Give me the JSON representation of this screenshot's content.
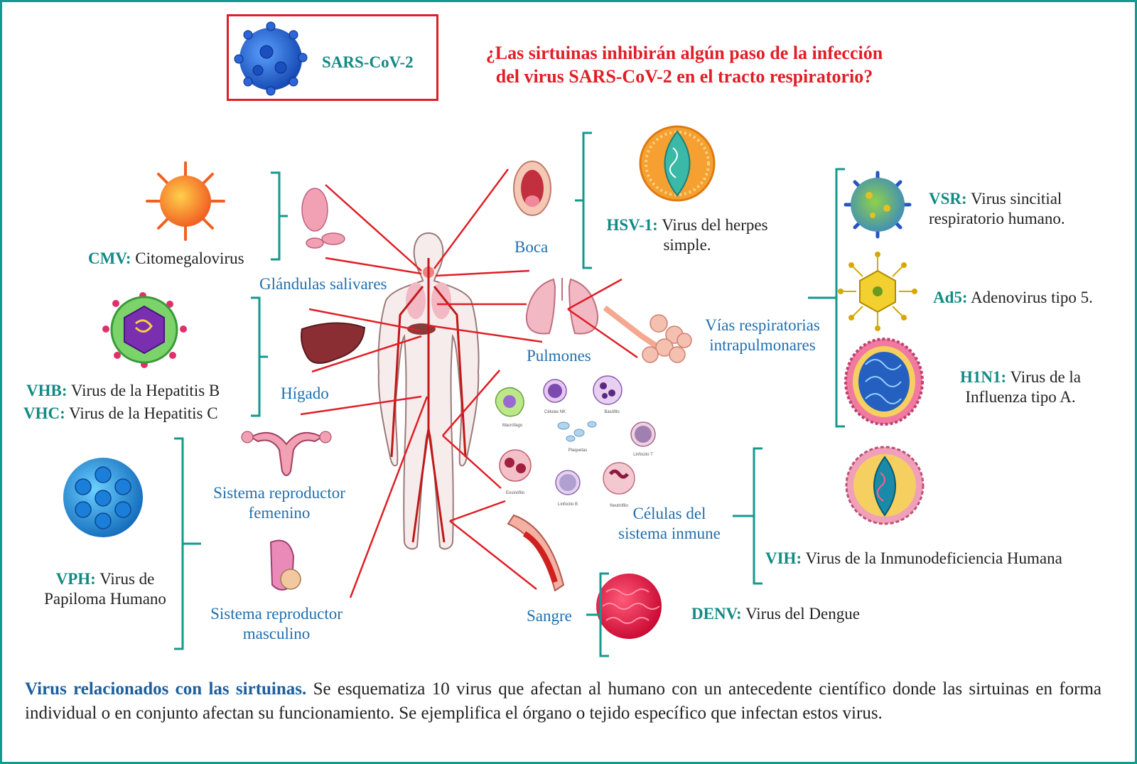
{
  "header": {
    "sars_label": "SARS-CoV-2",
    "question_line1": "¿Las sirtuinas inhibirán algún paso de la infección",
    "question_line2": "del virus SARS-CoV-2 en el tracto respiratorio?"
  },
  "organs": {
    "glandulas": "Glándulas salivares",
    "higado": "Hígado",
    "femenino_l1": "Sistema reproductor",
    "femenino_l2": "femenino",
    "masculino_l1": "Sistema reproductor",
    "masculino_l2": "masculino",
    "boca": "Boca",
    "pulmones": "Pulmones",
    "vias_l1": "Vías respiratorias",
    "vias_l2": "intrapulmonares",
    "celulas_l1": "Células del",
    "celulas_l2": "sistema inmune",
    "sangre": "Sangre"
  },
  "cells": {
    "macrofago": "Macrófago",
    "nk": "Células NK",
    "basofilo": "Basófilo",
    "plaquetas": "Plaquetas",
    "linfocito_t": "Linfocito T",
    "eosinofilo": "Eosinófilo",
    "linfocito_b": "Linfocito B",
    "neutrofilo": "Neutrófilo"
  },
  "viruses": {
    "cmv": {
      "abbr": "CMV:",
      "name": "Citomegalovirus"
    },
    "vhb": {
      "abbr": "VHB:",
      "name": "Virus de la Hepatitis B"
    },
    "vhc": {
      "abbr": "VHC:",
      "name": "Virus de la Hepatitis C"
    },
    "vph": {
      "abbr": "VPH:",
      "name_l1": "Virus de",
      "name_l2": "Papiloma Humano"
    },
    "hsv1": {
      "abbr": "HSV-1:",
      "name_l1": "Virus del herpes",
      "name_l2": "simple."
    },
    "vsr": {
      "abbr": "VSR:",
      "name_l1": "Virus sincitial",
      "name_l2": "respiratorio humano."
    },
    "ad5": {
      "abbr": "Ad5:",
      "name": "Adenovirus tipo 5."
    },
    "h1n1": {
      "abbr": "H1N1:",
      "name_l1": "Virus de la",
      "name_l2": "Influenza tipo A."
    },
    "vih": {
      "abbr": "VIH:",
      "name": "Virus de la Inmunodeficiencia Humana"
    },
    "denv": {
      "abbr": "DENV:",
      "name": "Virus del Dengue"
    }
  },
  "caption": {
    "title": "Virus relacionados con las sirtuinas.",
    "body": "Se esquematiza 10 virus que afectan al humano con un antecedente científico donde las sirtuinas en forma individual o en conjunto afectan su funcionamiento. Se ejemplifica el órgano o tejido específico que infectan estos virus."
  },
  "colors": {
    "frame": "#14998f",
    "teal_label": "#138a84",
    "organ_label": "#1f6fb0",
    "question_red": "#e01e26",
    "caption_title": "#1b5f9e"
  }
}
